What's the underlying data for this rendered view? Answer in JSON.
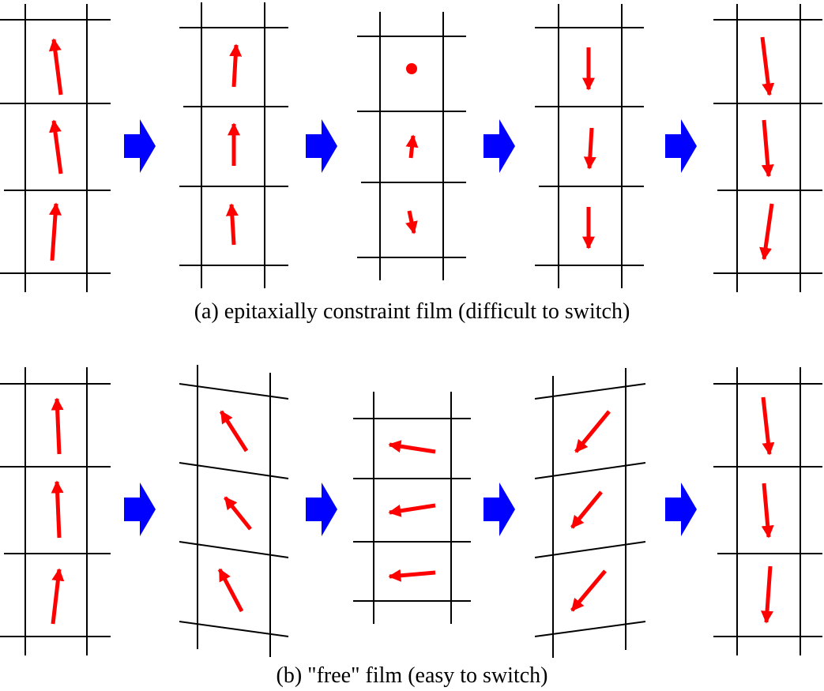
{
  "captions": {
    "a": "(a) epitaxially constraint film (difficult to switch)",
    "b": "(b) \"free\" film (easy to switch)"
  },
  "colors": {
    "polarization_arrow": "#ff0000",
    "transition_arrow": "#0000ff",
    "lattice_line": "#000000"
  },
  "rows": [
    {
      "name": "epitaxially-constraint-film",
      "stages": [
        {
          "lattice": "square",
          "dipoles": [
            "up-tilt",
            "up-tilt",
            "up-tilt"
          ]
        },
        {
          "lattice": "square",
          "dipoles": [
            "up-short",
            "up-short",
            "up-short"
          ]
        },
        {
          "lattice": "square",
          "dipoles": [
            "zero",
            "up-small",
            "down-small"
          ]
        },
        {
          "lattice": "square",
          "dipoles": [
            "down-short",
            "down-short",
            "down-short"
          ]
        },
        {
          "lattice": "square",
          "dipoles": [
            "down-tilt",
            "down-tilt",
            "down-tilt"
          ]
        }
      ]
    },
    {
      "name": "free-film",
      "stages": [
        {
          "lattice": "square",
          "dipoles": [
            "up",
            "up",
            "up"
          ]
        },
        {
          "lattice": "sheared",
          "dipoles": [
            "up-left",
            "up-left",
            "up-left"
          ]
        },
        {
          "lattice": "square",
          "dipoles": [
            "left",
            "left",
            "left"
          ]
        },
        {
          "lattice": "sheared",
          "dipoles": [
            "down-left",
            "down-left",
            "down-left"
          ]
        },
        {
          "lattice": "square",
          "dipoles": [
            "down",
            "down",
            "down"
          ]
        }
      ]
    }
  ]
}
